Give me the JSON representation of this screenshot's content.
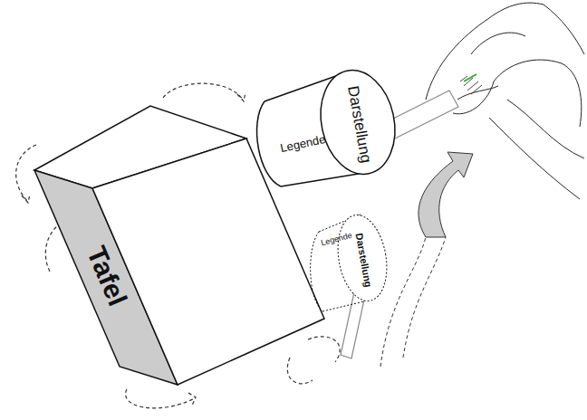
{
  "diagram": {
    "nodes": [
      {
        "text": [
          "Tafel"
        ]
      },
      {
        "text": [
          "Darstellung",
          "Legende"
        ]
      },
      {
        "text": [
          "Darstellung",
          "Legende"
        ]
      }
    ]
  }
}
